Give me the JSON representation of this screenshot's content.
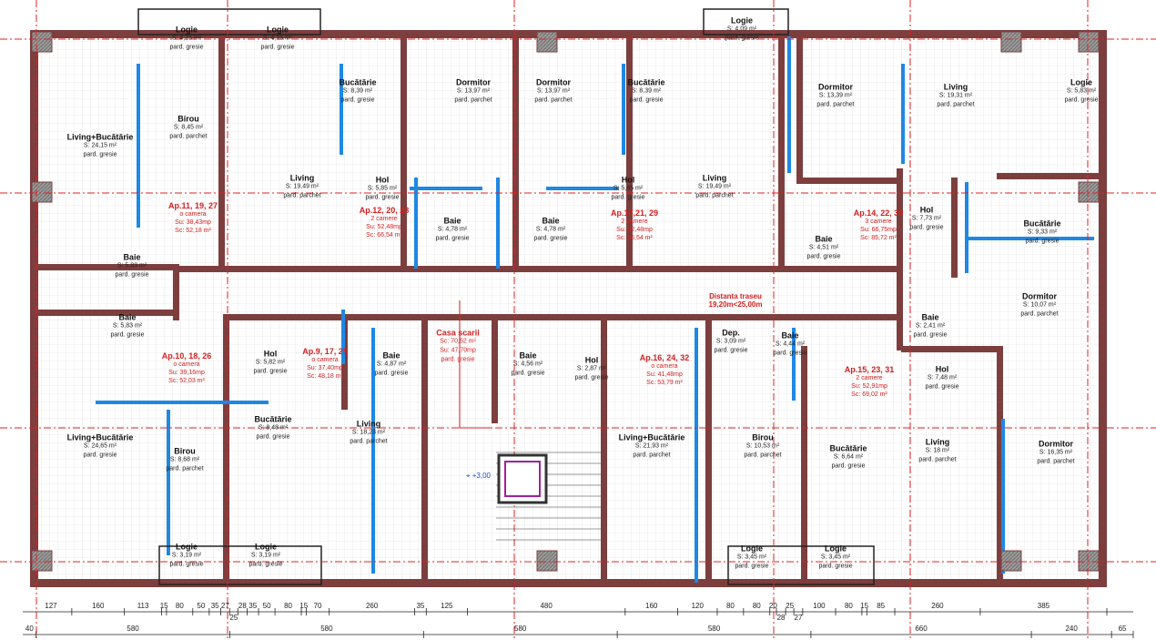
{
  "colors": {
    "wall": "#7d3e3e",
    "insulation": "#1e88e5",
    "axis": "#e02020",
    "annotation": "#d42020",
    "grid": "#d8d8d8"
  },
  "rooms": [
    {
      "name": "Logie",
      "area": "S: 4,15 m²",
      "floor": "pard. gresie"
    },
    {
      "name": "Logie",
      "area": "S: 4,15 m²",
      "floor": "pard. gresie"
    },
    {
      "name": "Logie",
      "area": "S: 4,09 m²",
      "floor": "pard. gresie"
    },
    {
      "name": "Living+Bucătărie",
      "area": "S: 24,15 m²",
      "floor": "pard. gresie"
    },
    {
      "name": "Birou",
      "area": "S: 8,45 m²",
      "floor": "pard. parchet"
    },
    {
      "name": "Bucătărie",
      "area": "S: 8,39 m²",
      "floor": "pard. gresie"
    },
    {
      "name": "Dormitor",
      "area": "S: 13,97 m²",
      "floor": "pard. parchet"
    },
    {
      "name": "Dormitor",
      "area": "S: 13,97 m²",
      "floor": "pard. parchet"
    },
    {
      "name": "Bucătărie",
      "area": "S: 8,39 m²",
      "floor": "pard. gresie"
    },
    {
      "name": "Dormitor",
      "area": "S: 13,39 m²",
      "floor": "pard. parchet"
    },
    {
      "name": "Living",
      "area": "S: 19,31 m²",
      "floor": "pard. parchet"
    },
    {
      "name": "Logie",
      "area": "S: 5,83 m²",
      "floor": "pard. gresie"
    },
    {
      "name": "Living",
      "area": "S: 19,49 m²",
      "floor": "pard. parchet"
    },
    {
      "name": "Hol",
      "area": "S: 5,85 m²",
      "floor": "pard. gresie"
    },
    {
      "name": "Baie",
      "area": "S: 4,78 m²",
      "floor": "pard. gresie"
    },
    {
      "name": "Baie",
      "area": "S: 4,78 m²",
      "floor": "pard. gresie"
    },
    {
      "name": "Hol",
      "area": "S: 5,85 m²",
      "floor": "pard. gresie"
    },
    {
      "name": "Living",
      "area": "S: 19,49 m²",
      "floor": "pard. parchet"
    },
    {
      "name": "Baie",
      "area": "S: 4,51 m²",
      "floor": "pard. gresie"
    },
    {
      "name": "Hol",
      "area": "S: 7,73 m²",
      "floor": "pard. gresie"
    },
    {
      "name": "Bucătărie",
      "area": "S: 9,33 m²",
      "floor": "pard. gresie"
    },
    {
      "name": "Baie",
      "area": "S: 5,83 m²",
      "floor": "pard. gresie"
    },
    {
      "name": "Baie",
      "area": "S: 5,83 m²",
      "floor": "pard. gresie"
    },
    {
      "name": "Dormitor",
      "area": "S: 10,07 m²",
      "floor": "pard. parchet"
    },
    {
      "name": "Hol",
      "area": "S: 5,82 m²",
      "floor": "pard. gresie"
    },
    {
      "name": "Baie",
      "area": "S: 4,87 m²",
      "floor": "pard. gresie"
    },
    {
      "name": "Baie",
      "area": "S: 4,56 m²",
      "floor": "pard. gresie"
    },
    {
      "name": "Hol",
      "area": "S: 2,87 m²",
      "floor": "pard. gresie"
    },
    {
      "name": "Dep.",
      "area": "S: 3,09 m²",
      "floor": "pard. gresie"
    },
    {
      "name": "Baie",
      "area": "S: 4,44 m²",
      "floor": "pard. gresie"
    },
    {
      "name": "Baie",
      "area": "S: 2,41 m²",
      "floor": "pard. gresie"
    },
    {
      "name": "Hol",
      "area": "S: 7,48 m²",
      "floor": "pard. gresie"
    },
    {
      "name": "Living+Bucătărie",
      "area": "S: 24,65 m²",
      "floor": "pard. gresie"
    },
    {
      "name": "Birou",
      "area": "S: 8,68 m²",
      "floor": "pard. parchet"
    },
    {
      "name": "Bucătărie",
      "area": "S: 8,48 m²",
      "floor": "pard. gresie"
    },
    {
      "name": "Living",
      "area": "S: 18,23 m²",
      "floor": "pard. parchet"
    },
    {
      "name": "Living+Bucătărie",
      "area": "S: 21,93 m²",
      "floor": "pard. parchet"
    },
    {
      "name": "Birou",
      "area": "S: 10,53 m²",
      "floor": "pard. parchet"
    },
    {
      "name": "Bucătărie",
      "area": "S: 6,64 m²",
      "floor": "pard. gresie"
    },
    {
      "name": "Living",
      "area": "S: 18 m²",
      "floor": "pard. parchet"
    },
    {
      "name": "Dormitor",
      "area": "S: 16,35 m²",
      "floor": "pard. parchet"
    },
    {
      "name": "Logie",
      "area": "S: 3,19 m²",
      "floor": "pard. gresie"
    },
    {
      "name": "Logie",
      "area": "S: 3,19 m²",
      "floor": "pard. gresie"
    },
    {
      "name": "Logie",
      "area": "S: 3,45 m²",
      "floor": "pard. gresie"
    },
    {
      "name": "Logie",
      "area": "S: 3,45 m²",
      "floor": "pard. gresie"
    }
  ],
  "stairwell": {
    "name": "Casa scarii",
    "sc": "Sc: 70,52 m²",
    "su": "Su: 47,70mp",
    "floor": "pard. gresie"
  },
  "apartments": [
    {
      "title": "Ap.11, 19, 27",
      "rooms": "o camera",
      "su": "Su: 38,43mp",
      "sc": "Sc: 52,18 m²"
    },
    {
      "title": "Ap.12, 20, 28",
      "rooms": "2 camere",
      "su": "Su: 52,48mp",
      "sc": "Sc: 66,54 m²"
    },
    {
      "title": "Ap.13,21, 29",
      "rooms": "2 camere",
      "su": "Su: 52,48mp",
      "sc": "Sc: 66,54 m²"
    },
    {
      "title": "Ap.14, 22, 30",
      "rooms": "3 camere",
      "su": "Su: 66,75mp",
      "sc": "Sc: 85,72 m²"
    },
    {
      "title": "Ap.10, 18, 26",
      "rooms": "o camera",
      "su": "Su: 39,16mp",
      "sc": "Sc: 52,03 m²"
    },
    {
      "title": "Ap.9, 17, 25",
      "rooms": "o camera",
      "su": "Su: 37,40mp",
      "sc": "Sc: 48,18 m²"
    },
    {
      "title": "Ap.16, 24, 32",
      "rooms": "o camera",
      "su": "Su: 41,48mp",
      "sc": "Sc: 53,79 m²"
    },
    {
      "title": "Ap.15, 23, 31",
      "rooms": "2 camere",
      "su": "Su: 52,91mp",
      "sc": "Sc: 69,02 m²"
    }
  ],
  "route_note": {
    "line1": "Distanta traseu",
    "line2": "19,20m<25,00m"
  },
  "level": "+3,00",
  "dimensions_row1": [
    "127",
    "160",
    "113",
    "15",
    "80",
    "50",
    "35",
    "27",
    "25",
    "28",
    "35",
    "50",
    "80",
    "15",
    "70",
    "260",
    "35",
    "125",
    "480",
    "160",
    "120",
    "80",
    "80",
    "20",
    "28",
    "25",
    "27",
    "100",
    "80",
    "15",
    "85",
    "260",
    "385"
  ],
  "dimensions_row2": [
    "40",
    "580",
    "580",
    "580",
    "580",
    "660",
    "240",
    "65"
  ]
}
